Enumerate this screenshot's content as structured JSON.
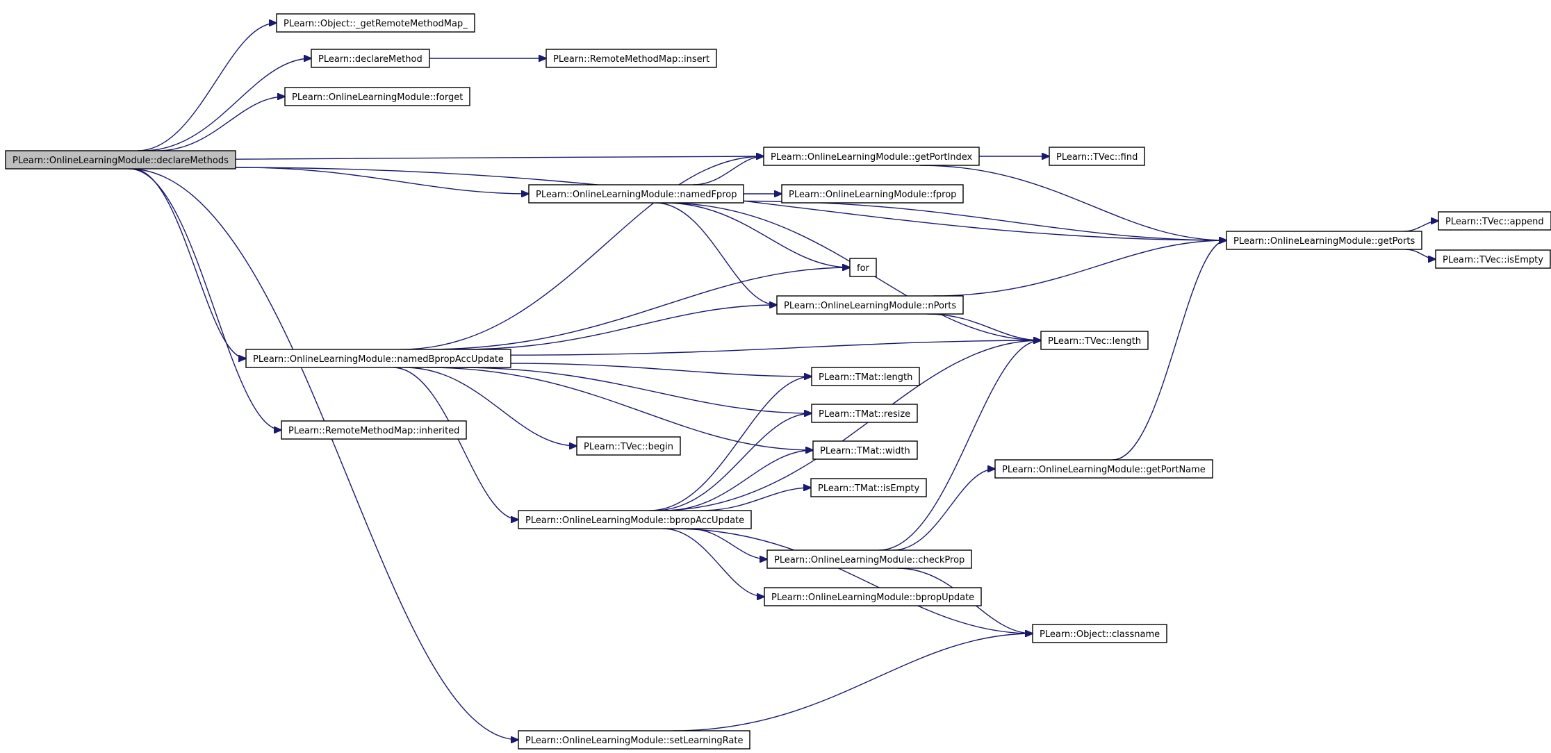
{
  "colors": {
    "edge": "#191970",
    "root_fill": "#bfbfbf",
    "node_fill": "#ffffff",
    "node_border": "#000000"
  },
  "nodes": [
    {
      "id": "declareMethods",
      "label": "PLearn::OnlineLearningModule::declareMethods",
      "root": true
    },
    {
      "id": "getRemoteMethodMap",
      "label": "PLearn::Object::_getRemoteMethodMap_"
    },
    {
      "id": "declareMethod",
      "label": "PLearn::declareMethod"
    },
    {
      "id": "insert",
      "label": "PLearn::RemoteMethodMap::insert"
    },
    {
      "id": "forget",
      "label": "PLearn::OnlineLearningModule::forget"
    },
    {
      "id": "getPortIndex",
      "label": "PLearn::OnlineLearningModule::getPortIndex"
    },
    {
      "id": "find",
      "label": "PLearn::TVec::find"
    },
    {
      "id": "namedFprop",
      "label": "PLearn::OnlineLearningModule::namedFprop"
    },
    {
      "id": "fprop",
      "label": "PLearn::OnlineLearningModule::fprop"
    },
    {
      "id": "getPorts",
      "label": "PLearn::OnlineLearningModule::getPorts"
    },
    {
      "id": "append",
      "label": "PLearn::TVec::append"
    },
    {
      "id": "tvecIsEmpty",
      "label": "PLearn::TVec::isEmpty"
    },
    {
      "id": "for",
      "label": "for"
    },
    {
      "id": "nPorts",
      "label": "PLearn::OnlineLearningModule::nPorts"
    },
    {
      "id": "tvecLength",
      "label": "PLearn::TVec::length"
    },
    {
      "id": "namedBpropAccUpdate",
      "label": "PLearn::OnlineLearningModule::namedBpropAccUpdate"
    },
    {
      "id": "tmatLength",
      "label": "PLearn::TMat::length"
    },
    {
      "id": "tmatResize",
      "label": "PLearn::TMat::resize"
    },
    {
      "id": "inherited",
      "label": "PLearn::RemoteMethodMap::inherited"
    },
    {
      "id": "begin",
      "label": "PLearn::TVec::begin"
    },
    {
      "id": "tmatWidth",
      "label": "PLearn::TMat::width"
    },
    {
      "id": "getPortName",
      "label": "PLearn::OnlineLearningModule::getPortName"
    },
    {
      "id": "tmatIsEmpty",
      "label": "PLearn::TMat::isEmpty"
    },
    {
      "id": "bpropAccUpdate",
      "label": "PLearn::OnlineLearningModule::bpropAccUpdate"
    },
    {
      "id": "checkProp",
      "label": "PLearn::OnlineLearningModule::checkProp"
    },
    {
      "id": "bpropUpdate",
      "label": "PLearn::OnlineLearningModule::bpropUpdate"
    },
    {
      "id": "classname",
      "label": "PLearn::Object::classname"
    },
    {
      "id": "setLearningRate",
      "label": "PLearn::OnlineLearningModule::setLearningRate"
    }
  ],
  "edges": [
    [
      "declareMethods",
      "getRemoteMethodMap"
    ],
    [
      "declareMethods",
      "declareMethod"
    ],
    [
      "declareMethod",
      "insert"
    ],
    [
      "declareMethods",
      "forget"
    ],
    [
      "declareMethods",
      "getPorts"
    ],
    [
      "declareMethods",
      "namedFprop"
    ],
    [
      "declareMethods",
      "namedBpropAccUpdate"
    ],
    [
      "declareMethods",
      "inherited"
    ],
    [
      "declareMethods",
      "setLearningRate"
    ],
    [
      "declareMethods",
      "getPortIndex"
    ],
    [
      "namedFprop",
      "getPortIndex"
    ],
    [
      "namedFprop",
      "fprop"
    ],
    [
      "namedFprop",
      "getPorts"
    ],
    [
      "namedFprop",
      "for"
    ],
    [
      "namedFprop",
      "nPorts"
    ],
    [
      "namedFprop",
      "tvecLength"
    ],
    [
      "getPortIndex",
      "find"
    ],
    [
      "getPortIndex",
      "getPorts"
    ],
    [
      "getPorts",
      "append"
    ],
    [
      "getPorts",
      "tvecIsEmpty"
    ],
    [
      "nPorts",
      "getPorts"
    ],
    [
      "nPorts",
      "tvecLength"
    ],
    [
      "namedBpropAccUpdate",
      "getPortIndex"
    ],
    [
      "namedBpropAccUpdate",
      "for"
    ],
    [
      "namedBpropAccUpdate",
      "nPorts"
    ],
    [
      "namedBpropAccUpdate",
      "tvecLength"
    ],
    [
      "namedBpropAccUpdate",
      "tmatLength"
    ],
    [
      "namedBpropAccUpdate",
      "tmatResize"
    ],
    [
      "namedBpropAccUpdate",
      "begin"
    ],
    [
      "namedBpropAccUpdate",
      "tmatWidth"
    ],
    [
      "namedBpropAccUpdate",
      "bpropAccUpdate"
    ],
    [
      "bpropAccUpdate",
      "tmatLength"
    ],
    [
      "bpropAccUpdate",
      "tmatResize"
    ],
    [
      "bpropAccUpdate",
      "tmatWidth"
    ],
    [
      "bpropAccUpdate",
      "tmatIsEmpty"
    ],
    [
      "bpropAccUpdate",
      "tvecLength"
    ],
    [
      "bpropAccUpdate",
      "checkProp"
    ],
    [
      "bpropAccUpdate",
      "bpropUpdate"
    ],
    [
      "bpropAccUpdate",
      "classname"
    ],
    [
      "checkProp",
      "tvecLength"
    ],
    [
      "checkProp",
      "getPortName"
    ],
    [
      "checkProp",
      "classname"
    ],
    [
      "getPortName",
      "getPorts"
    ],
    [
      "setLearningRate",
      "classname"
    ]
  ]
}
